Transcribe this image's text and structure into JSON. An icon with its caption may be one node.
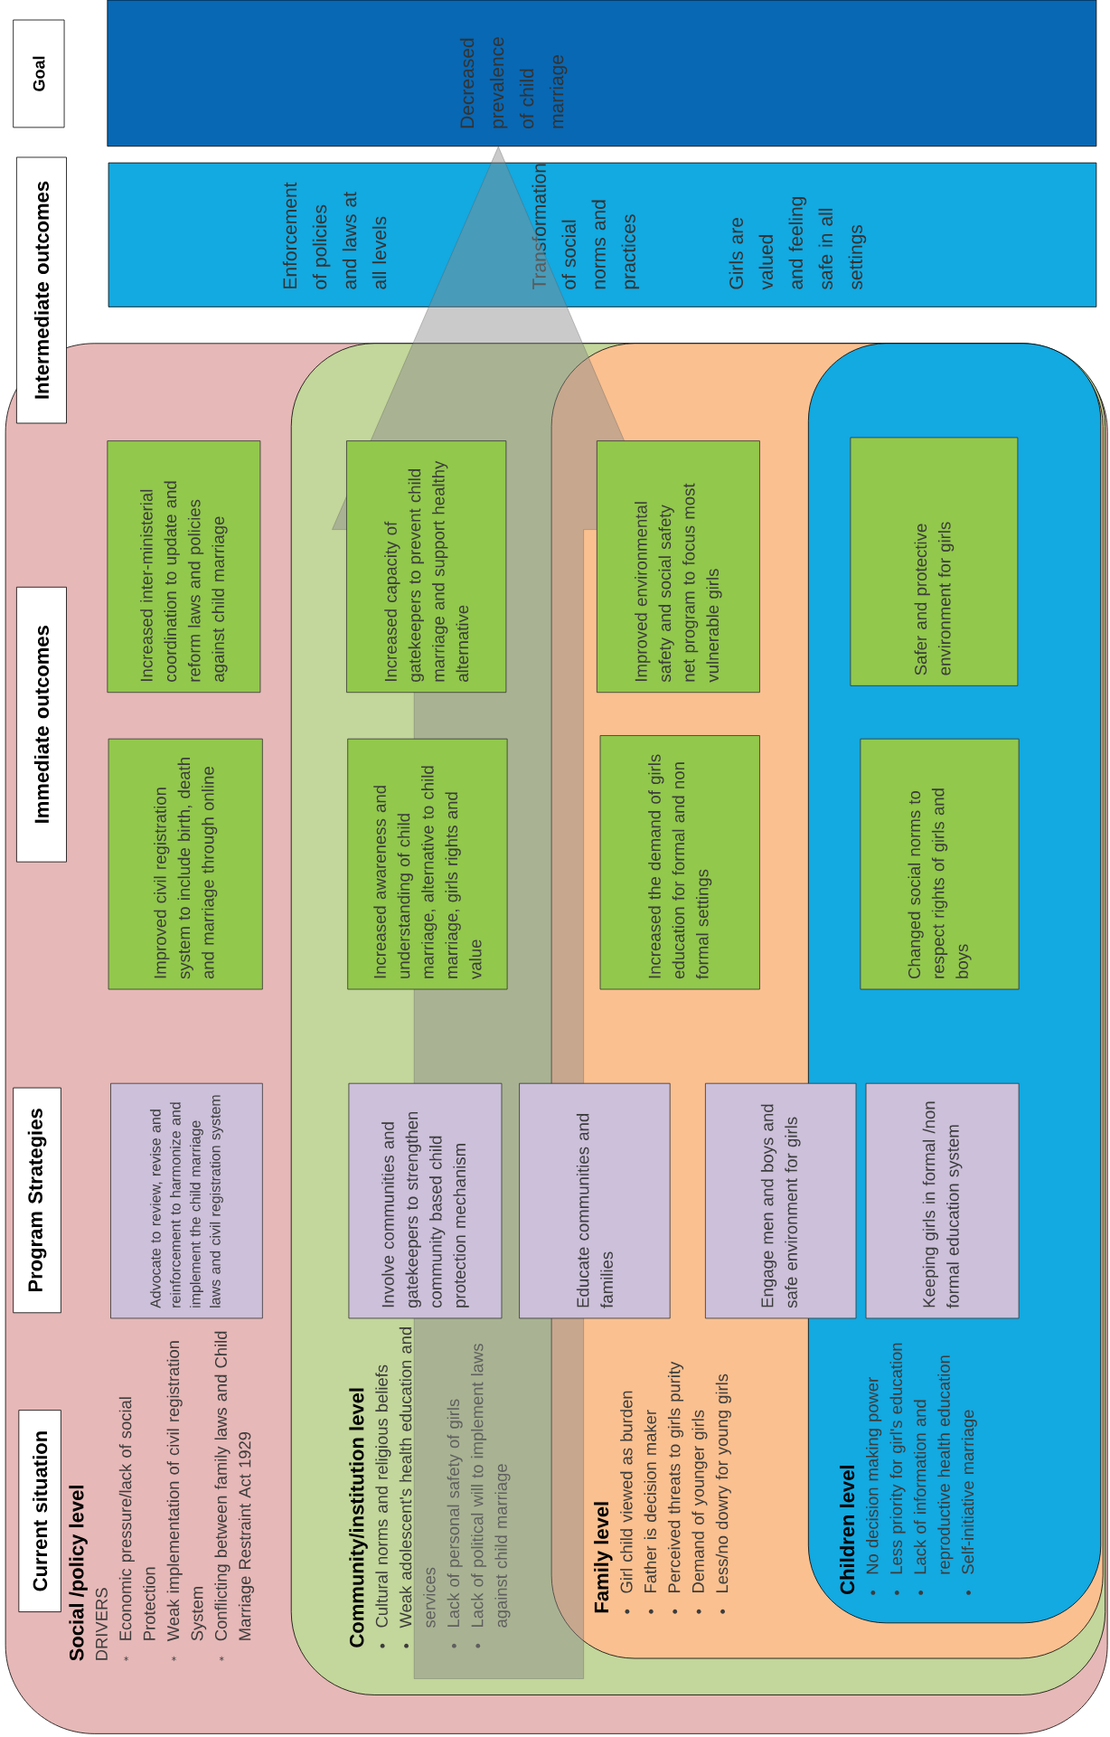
{
  "diagram": {
    "nodes": [
      {
        "text": [
          "Goal"
        ]
      },
      {
        "text": [
          "Intermediate outcomes"
        ]
      },
      {
        "text": [
          "Decreased prevalence of child marriage"
        ]
      },
      {
        "text": [
          "Enforcement of policies and laws at all levels",
          "Transformation of social norms and practices",
          "Girls are valued and feeling safe in all settings"
        ]
      },
      {
        "text": [
          "Social /policy level",
          "DRIVERS",
          "Economic pressure/lack of social Protection",
          "Weak implementation of civil registration System",
          "Conflicting between family laws and Child Marriage Restraint Act 1929"
        ]
      },
      {
        "text": [
          "Community/institution level",
          "Cultural norms and religious beliefs",
          "Weak adolescent's health education and services",
          "Lack of personal safety of girls",
          "Lack of political will to implement laws against child marriage"
        ],
        "in": 4
      },
      {
        "text": [
          "Family level",
          "Girl child viewed as burden",
          "Father is decision maker",
          "Perceived threats to girls purity",
          "Demand of younger girls",
          "Less/no dowry for young girls"
        ],
        "in": 5
      },
      {
        "text": [
          "Children level",
          "No decision making power",
          "Less priority for girl's education",
          "Lack of information and reproductive health education",
          "Self-initiative marriage"
        ],
        "in": 6
      },
      {
        "text": [
          "Immediate outcomes"
        ],
        "in": 4
      },
      {
        "text": [
          "Program Strategies"
        ],
        "in": 4
      },
      {
        "text": [
          "Current situation"
        ],
        "in": 4
      },
      {
        "text": [
          "Increased inter-ministerial coordination to update and reform laws and policies against child marriage"
        ],
        "in": 4
      },
      {
        "text": [
          "Improved civil registration system to include birth, death and marriage through online"
        ],
        "in": 4
      },
      {
        "text": [
          "Advocate to review, revise and reinforcement to harmonize and implement the child marriage laws and civil registration system"
        ],
        "in": 4
      },
      {
        "text": [
          "Increased capacity of gatekeepers to prevent child marriage and support healthy alternative"
        ],
        "in": 5
      },
      {
        "text": [
          "Increased awareness and understanding of child marriage, alternative to child marriage, girls rights and value"
        ],
        "in": 5
      },
      {
        "text": [
          "Involve communities and gatekeepers to strengthen community based child protection mechanism"
        ],
        "in": 5
      },
      {
        "text": [
          "Educate communities and families"
        ],
        "in": 5
      },
      {
        "text": [
          "Improved environmental safety and social safety net program to focus most vulnerable girls"
        ],
        "in": 6
      },
      {
        "text": [
          "Increased the demand of girls education for formal and non formal settings"
        ],
        "in": 6
      },
      {
        "text": [
          "Engage men and boys and safe environment for girls"
        ],
        "in": 6
      },
      {
        "text": [
          "Safer and protective environment for girls"
        ],
        "in": 7
      },
      {
        "text": [
          "Changed social norms to respect rights of girls and boys"
        ],
        "in": 7
      },
      {
        "text": [
          "Keeping girls in formal /non formal education system"
        ],
        "in": 7
      }
    ],
    "edges": [
      {
        "from": 5,
        "to": 2,
        "arrow": "to"
      }
    ]
  }
}
